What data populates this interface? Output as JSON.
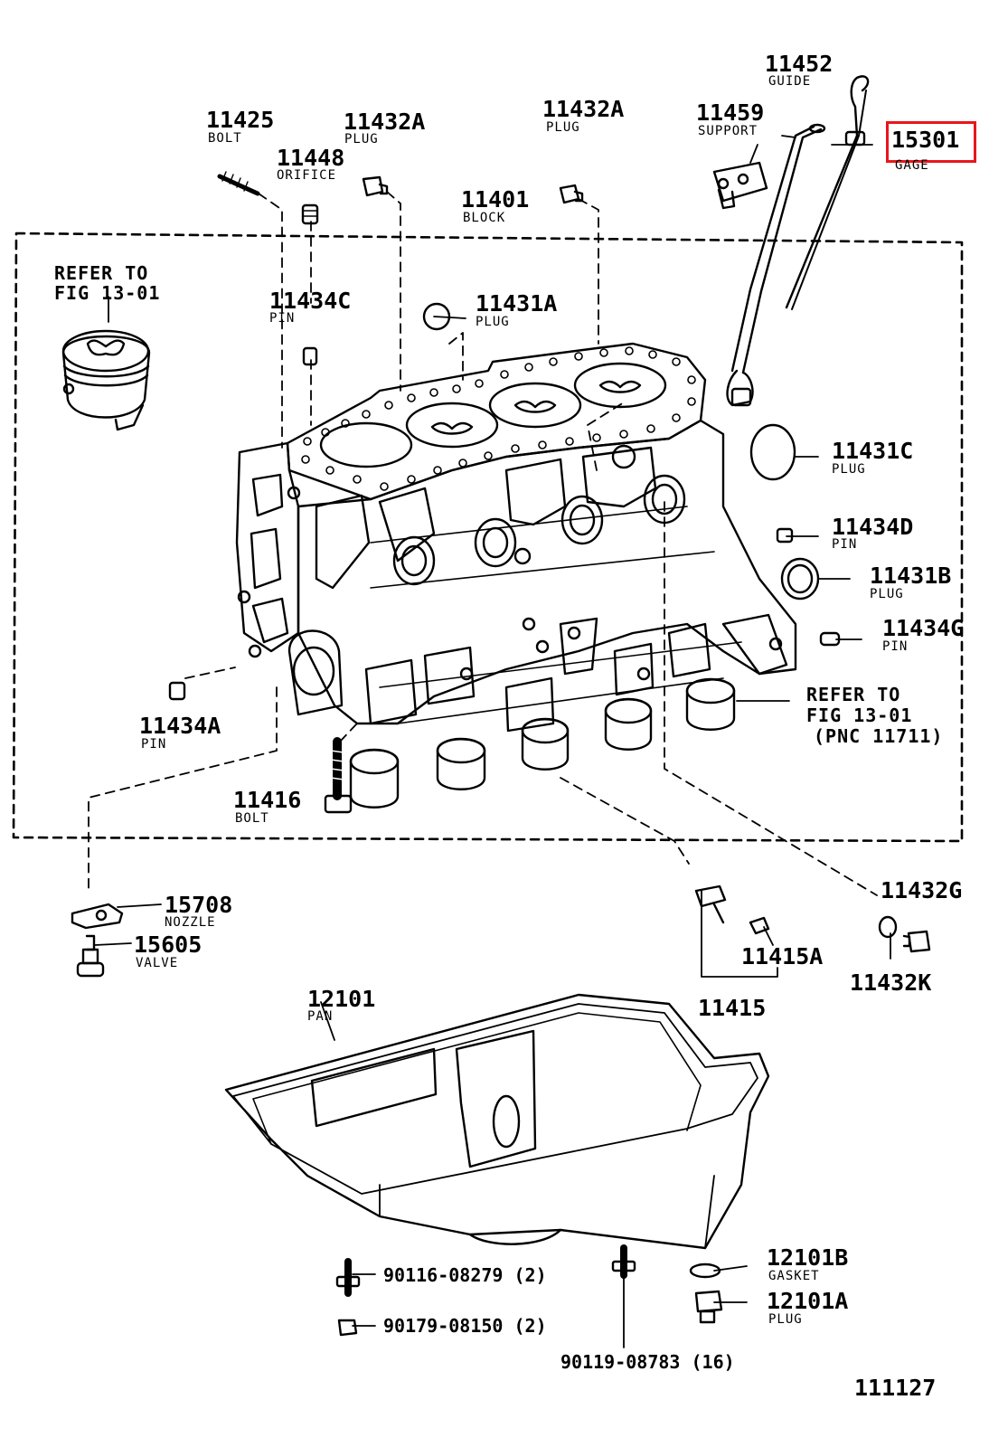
{
  "highlight_color": "#e8161b",
  "parts": {
    "p11425": {
      "num": "11425",
      "name": "BOLT"
    },
    "p11432a_l": {
      "num": "11432A",
      "name": "PLUG"
    },
    "p11448": {
      "num": "11448",
      "name": "ORIFICE"
    },
    "p11432a_r": {
      "num": "11432A",
      "name": "PLUG"
    },
    "p11401": {
      "num": "11401",
      "name": "BLOCK"
    },
    "p11459": {
      "num": "11459",
      "name": "SUPPORT"
    },
    "p11452": {
      "num": "11452",
      "name": "GUIDE"
    },
    "p15301": {
      "num": "15301",
      "name": "GAGE"
    },
    "p11434c": {
      "num": "11434C",
      "name": "PIN"
    },
    "p11431a": {
      "num": "11431A",
      "name": "PLUG"
    },
    "p11431c": {
      "num": "11431C",
      "name": "PLUG"
    },
    "p11434d": {
      "num": "11434D",
      "name": "PIN"
    },
    "p11431b": {
      "num": "11431B",
      "name": "PLUG"
    },
    "p11434g": {
      "num": "11434G",
      "name": "PIN"
    },
    "p11434a": {
      "num": "11434A",
      "name": "PIN"
    },
    "p11416": {
      "num": "11416",
      "name": "BOLT"
    },
    "p15708": {
      "num": "15708",
      "name": "NOZZLE"
    },
    "p15605": {
      "num": "15605",
      "name": "VALVE"
    },
    "p11432g": {
      "num": "11432G"
    },
    "p11432k": {
      "num": "11432K"
    },
    "p11415a": {
      "num": "11415A"
    },
    "p11415": {
      "num": "11415"
    },
    "p12101": {
      "num": "12101",
      "name": "PAN"
    },
    "p12101b": {
      "num": "12101B",
      "name": "GASKET"
    },
    "p12101a": {
      "num": "12101A",
      "name": "PLUG"
    },
    "bolt_a": "90116-08279 (2)",
    "bolt_b": "90179-08150 (2)",
    "bolt_c": "90119-08783 (16)"
  },
  "refs": {
    "piston_l1": "REFER TO",
    "piston_l2": "FIG 13-01",
    "bearing_l1": "REFER TO",
    "bearing_l2": "FIG 13-01",
    "bearing_l3": "(PNC 11711)"
  },
  "figure_number": "111127"
}
